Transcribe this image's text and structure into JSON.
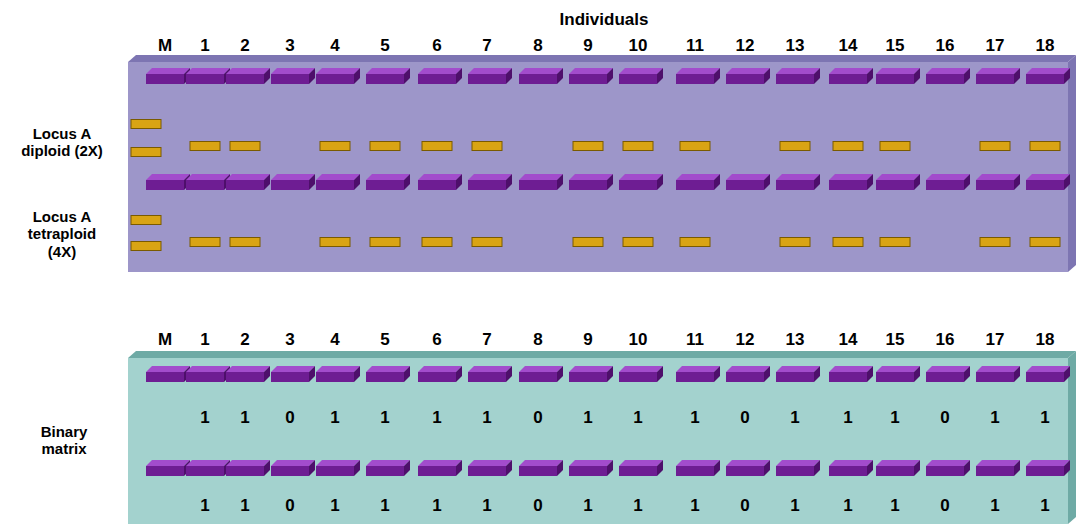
{
  "diagram": {
    "title": "Individuals",
    "labels": [
      "M",
      "1",
      "2",
      "3",
      "4",
      "5",
      "6",
      "7",
      "8",
      "9",
      "10",
      "11",
      "12",
      "13",
      "14",
      "15",
      "16",
      "17",
      "18",
      "Locus A diploid (2X)",
      "Locus A tetraploid (4X)",
      "M",
      "1",
      "2",
      "3",
      "4",
      "5",
      "6",
      "7",
      "8",
      "9",
      "10",
      "11",
      "12",
      "13",
      "14",
      "15",
      "16",
      "17",
      "18",
      "Binary matrix",
      "1",
      "1",
      "0",
      "1",
      "1",
      "1",
      "1",
      "0",
      "1",
      "1",
      "1",
      "0",
      "1",
      "1",
      "1",
      "0",
      "1",
      "1",
      "1",
      "1",
      "0",
      "1",
      "1",
      "1",
      "1",
      "0",
      "1",
      "1",
      "1",
      "0",
      "1",
      "1",
      "1",
      "0",
      "1",
      "1"
    ]
  }
}
